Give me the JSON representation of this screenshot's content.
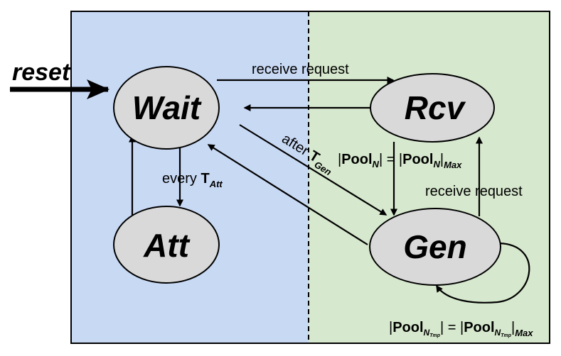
{
  "colors": {
    "left_region": "#c8d9f4",
    "right_region": "#d6e8cd",
    "state_fill": "#d9d9d9",
    "stroke": "#000000"
  },
  "states": {
    "wait": "Wait",
    "rcv": "Rcv",
    "att": "Att",
    "gen": "Gen"
  },
  "reset": {
    "label": "reset"
  },
  "transitions": {
    "wait_to_rcv": "receive request",
    "wait_to_att": {
      "text": "every ",
      "T": "T",
      "sub": "Att"
    },
    "wait_to_gen": {
      "text": "after ",
      "T": "T",
      "sub": "Gen"
    },
    "rcv_to_gen": {
      "open": "|",
      "pool": "Pool",
      "sub": "N",
      "mid": "| = |",
      "pool2": "Pool",
      "sub2": "N",
      "close": "|",
      "max": "Max"
    },
    "gen_to_rcv": "receive request",
    "gen_self": {
      "open": "|",
      "pool": "Pool",
      "sub": "N",
      "subsub": "Tmp",
      "mid": "| = |",
      "pool2": "Pool",
      "sub2": "N",
      "subsub2": "Tmp",
      "close": "|",
      "max": "Max"
    }
  }
}
